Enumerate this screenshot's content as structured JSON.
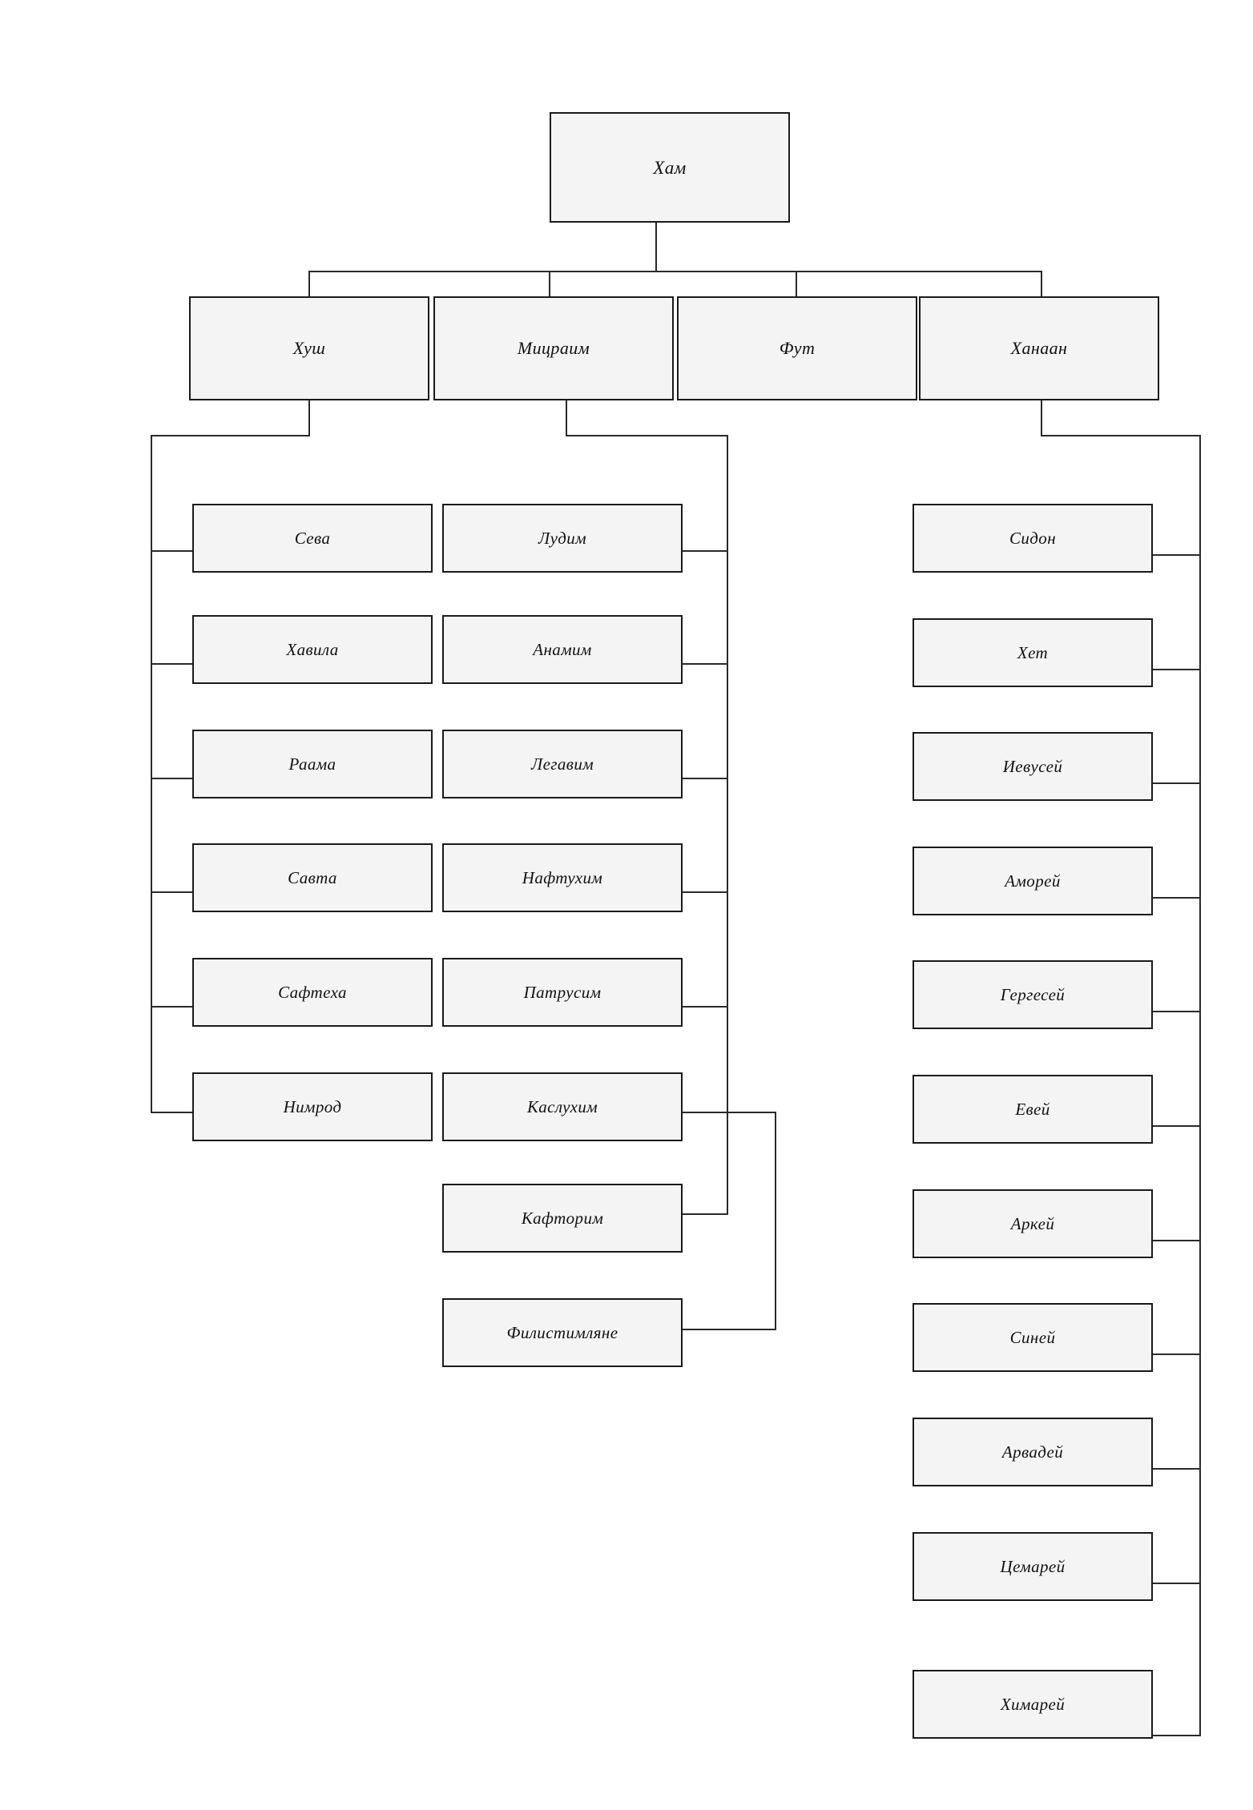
{
  "diagram": {
    "title_node": "Хам",
    "type": "genealogy-tree",
    "orientation": "top-down",
    "box_fill": "#f4f4f4",
    "box_border": "#1a1a1a",
    "line_color": "#2a2a2a",
    "background": "#ffffff"
  },
  "root": {
    "label": "Хам"
  },
  "generation2": [
    {
      "label": "Хуш"
    },
    {
      "label": "Мицраим"
    },
    {
      "label": "Фут"
    },
    {
      "label": "Ханаан"
    }
  ],
  "kush_children": [
    {
      "label": "Сева"
    },
    {
      "label": "Хавила"
    },
    {
      "label": "Раама"
    },
    {
      "label": "Савта"
    },
    {
      "label": "Сафтеха"
    },
    {
      "label": "Нимрод"
    }
  ],
  "mizraim_children": [
    {
      "label": "Лудим"
    },
    {
      "label": "Анамим"
    },
    {
      "label": "Легавим"
    },
    {
      "label": "Нафтухим"
    },
    {
      "label": "Патрусим"
    },
    {
      "label": "Каслухим"
    },
    {
      "label": "Кафторим"
    }
  ],
  "kasluhim_children": [
    {
      "label": "Филистимляне"
    }
  ],
  "put_children": [],
  "canaan_children": [
    {
      "label": "Сидон"
    },
    {
      "label": "Хет"
    },
    {
      "label": "Иевусей"
    },
    {
      "label": "Аморей"
    },
    {
      "label": "Гергесей"
    },
    {
      "label": "Евей"
    },
    {
      "label": "Аркей"
    },
    {
      "label": "Синей"
    },
    {
      "label": "Арвадей"
    },
    {
      "label": "Цемарей"
    },
    {
      "label": "Химарей"
    }
  ]
}
